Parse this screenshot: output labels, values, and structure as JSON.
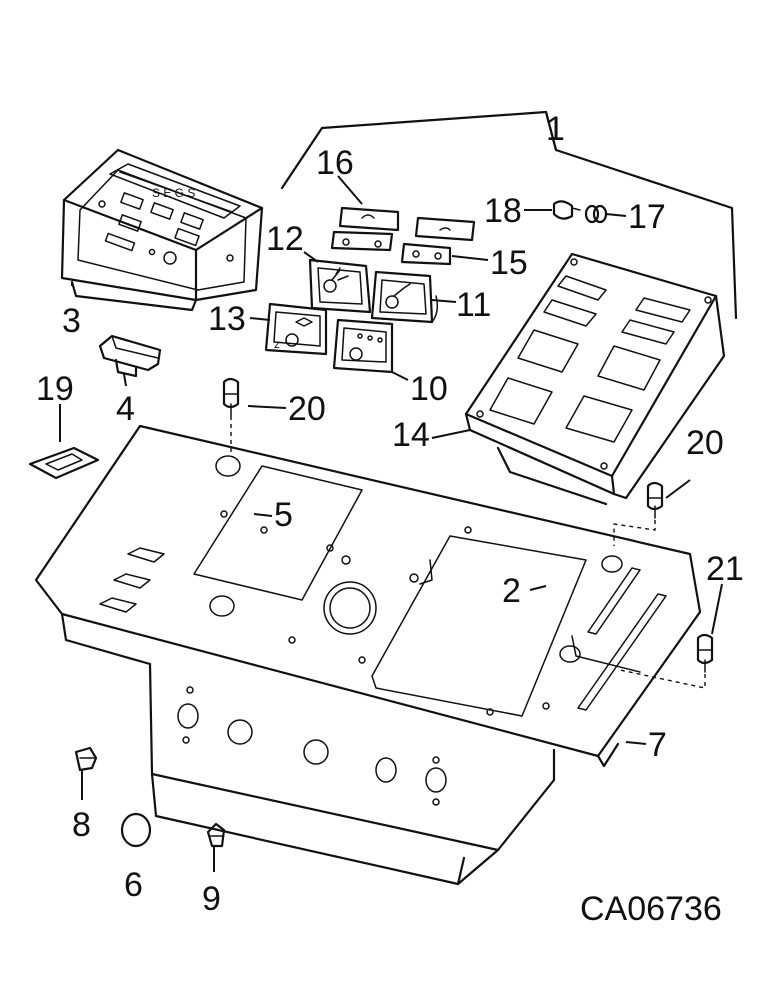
{
  "diagram": {
    "drawing_code": "CA06736",
    "callouts": {
      "c1": "1",
      "c2": "2",
      "c3": "3",
      "c4": "4",
      "c5": "5",
      "c6": "6",
      "c7": "7",
      "c8": "8",
      "c9": "9",
      "c10": "10",
      "c11": "11",
      "c12": "12",
      "c13": "13",
      "c14": "14",
      "c15": "15",
      "c16": "16",
      "c17": "17",
      "c18": "18",
      "c19": "19",
      "c20a": "20",
      "c20b": "20",
      "c21": "21"
    },
    "gauge_letters": "S E G S"
  }
}
